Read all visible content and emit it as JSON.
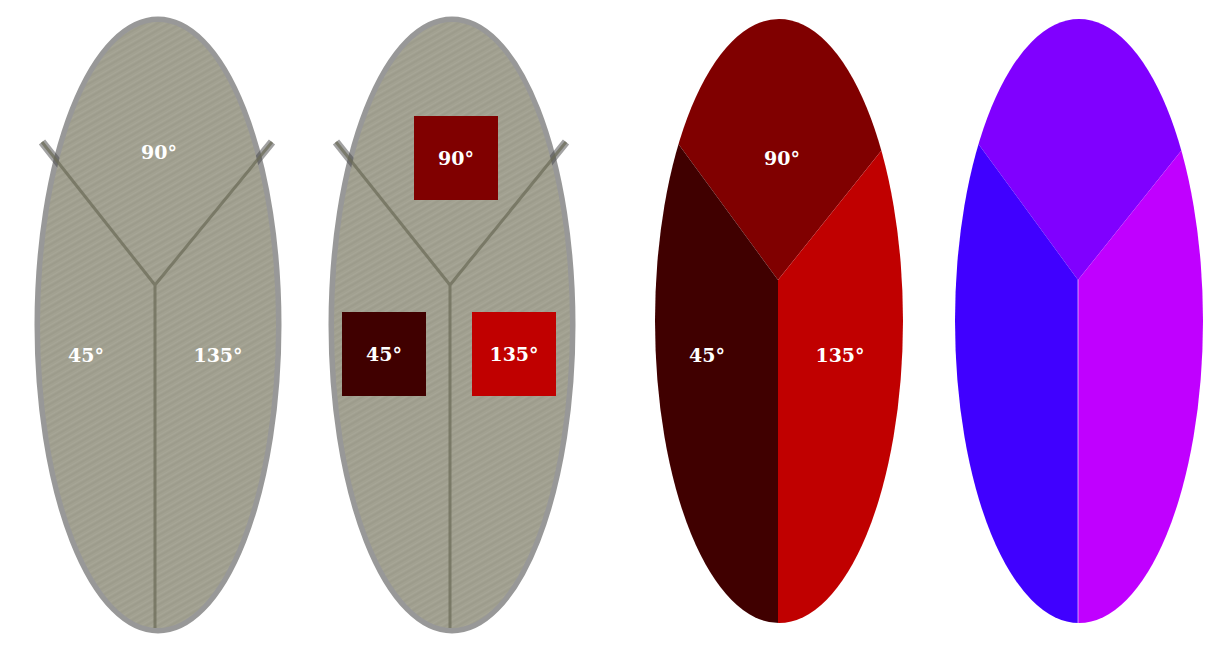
{
  "diagram": {
    "nodes": [
      {
        "text": [
          "90°"
        ]
      },
      {
        "text": [
          "45°"
        ]
      },
      {
        "text": [
          "135°"
        ]
      },
      {
        "text": [
          "90°"
        ]
      },
      {
        "text": [
          "45°"
        ]
      },
      {
        "text": [
          "135°"
        ]
      }
    ],
    "labels": [
      "90°",
      "45°",
      "135°"
    ]
  }
}
